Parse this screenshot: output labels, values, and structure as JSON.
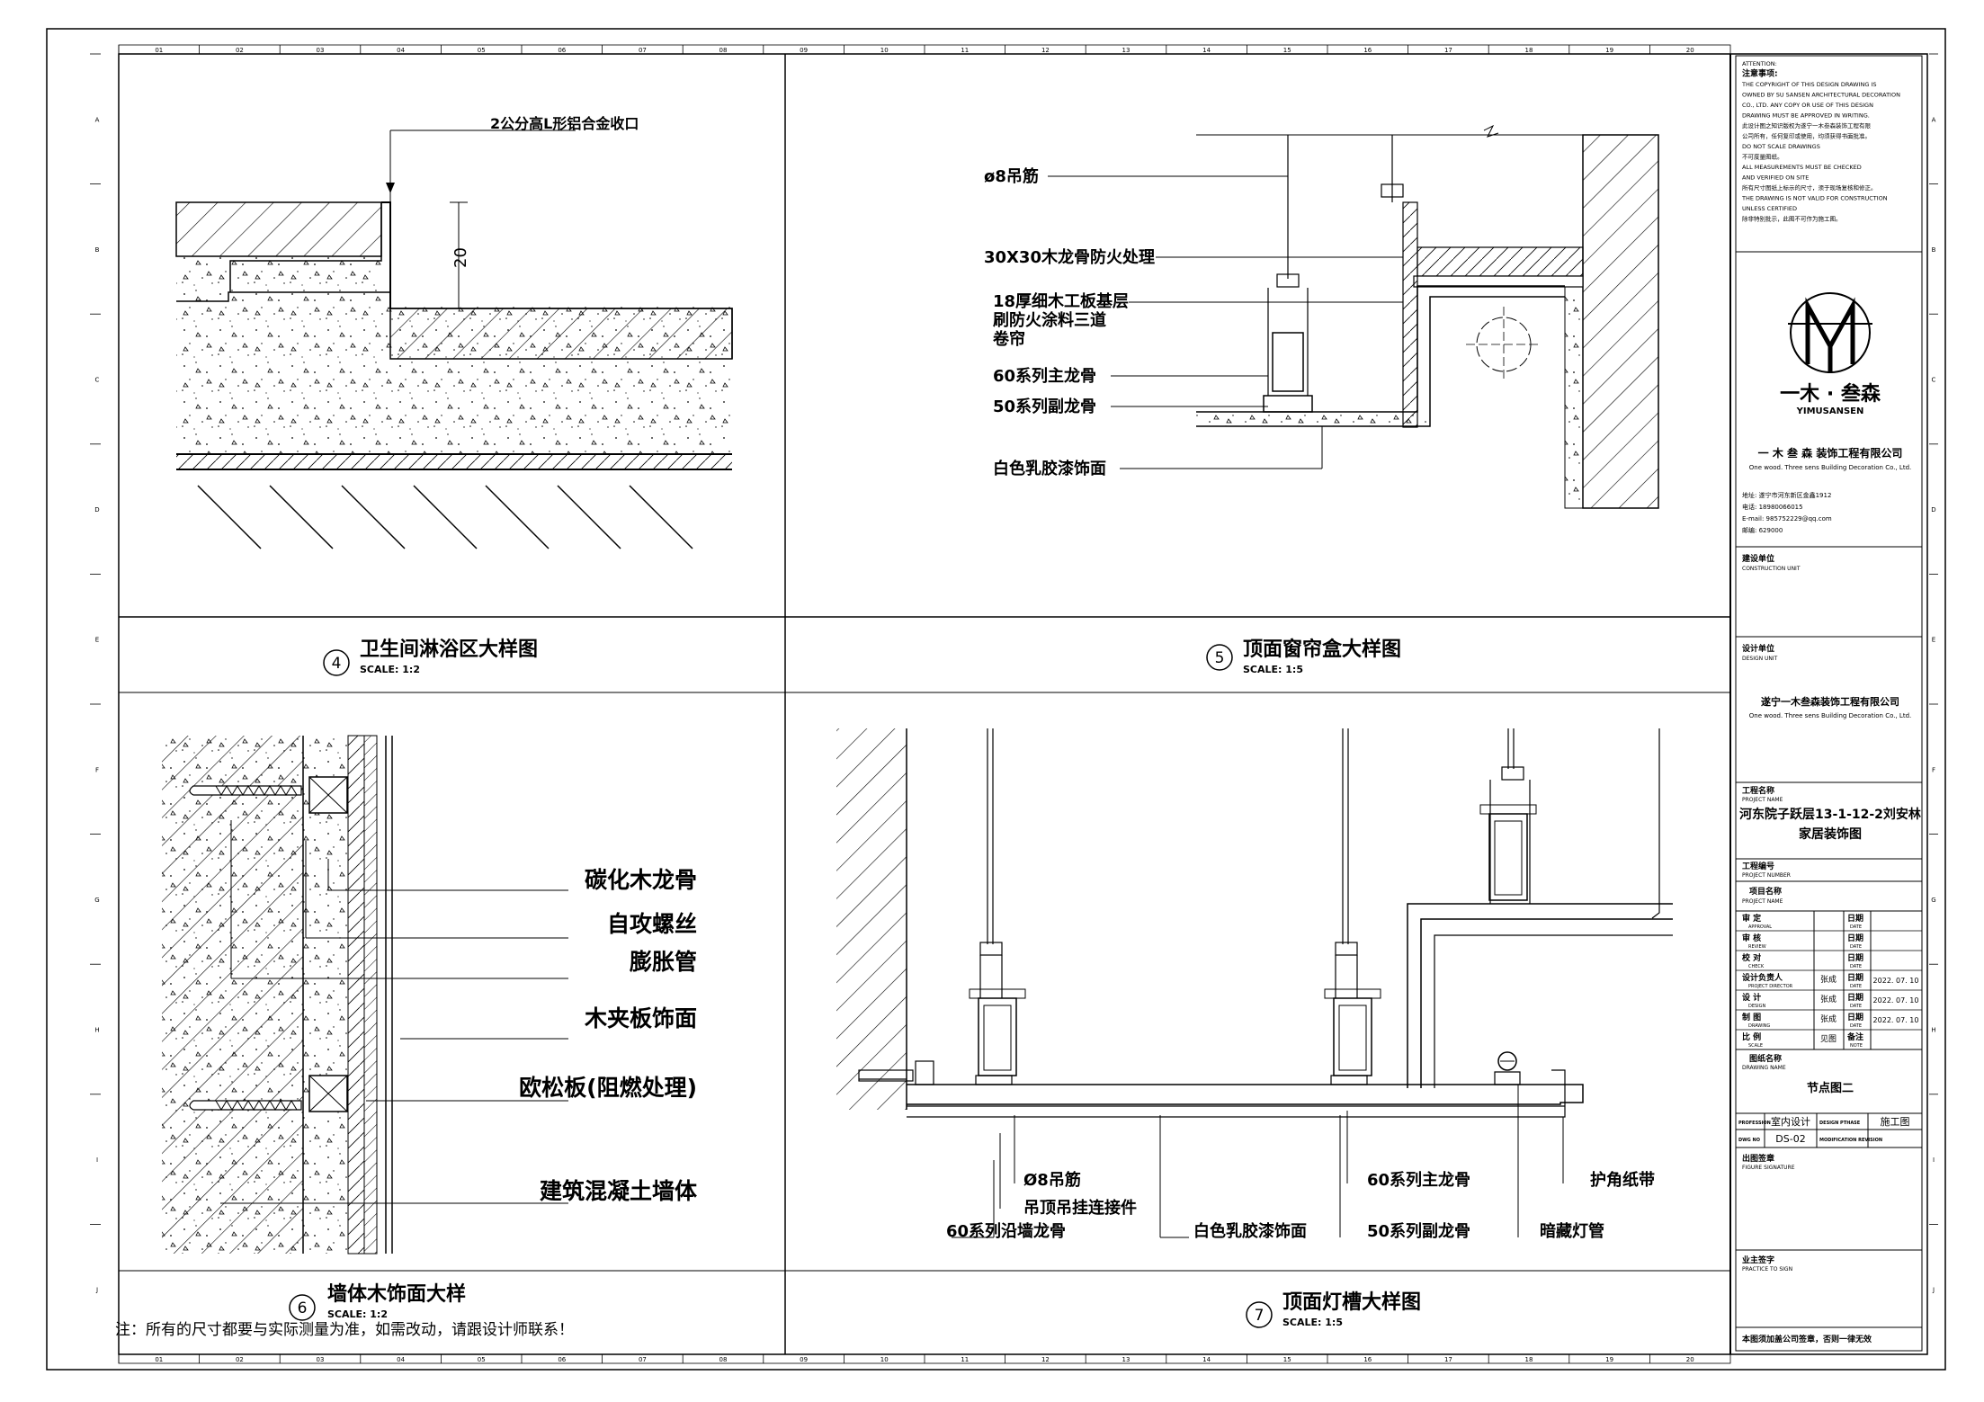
{
  "ruler": {
    "top": [
      "01",
      "02",
      "03",
      "04",
      "05",
      "06",
      "07",
      "08",
      "09",
      "10",
      "11",
      "12",
      "13",
      "14",
      "15",
      "16",
      "17",
      "18",
      "19",
      "20"
    ],
    "rows": [
      "A",
      "B",
      "C",
      "D",
      "E",
      "F",
      "G",
      "H",
      "I",
      "J"
    ]
  },
  "detail4": {
    "label": "2公分高L形铝合金收口",
    "dim": "20",
    "number": "4",
    "title": "卫生间淋浴区大样图",
    "scale": "SCALE: 1:2"
  },
  "detail5": {
    "labels": [
      "ø8吊筋",
      "30X30木龙骨防火处理",
      "18厚细木工板基层",
      "刷防火涂料三道",
      "卷帘",
      "60系列主龙骨",
      "50系列副龙骨",
      "白色乳胶漆饰面"
    ],
    "number": "5",
    "title": "顶面窗帘盒大样图",
    "scale": "SCALE: 1:5"
  },
  "detail6": {
    "labels": [
      "碳化木龙骨",
      "自攻螺丝",
      "膨胀管",
      "木夹板饰面",
      "欧松板(阻燃处理)",
      "建筑混凝土墙体"
    ],
    "number": "6",
    "title": "墙体木饰面大样",
    "scale": "SCALE: 1:2"
  },
  "detail7": {
    "labels": [
      "Ø8吊筋",
      "吊顶吊挂连接件",
      "60系列沿墙龙骨",
      "白色乳胶漆饰面",
      "60系列主龙骨",
      "50系列副龙骨",
      "护角纸带",
      "暗藏灯管"
    ],
    "number": "7",
    "title": "顶面灯槽大样图",
    "scale": "SCALE: 1:5"
  },
  "note": "注：所有的尺寸都要与实际测量为准，如需改动，请跟设计师联系！",
  "titleblock": {
    "attention": [
      "ATTENTION:",
      "注意事项:",
      "THE COPYRIGHT OF THIS DESIGN DRAWING IS",
      "OWNED BY SU SANSEN ARCHITECTURAL DECORATION",
      "CO., LTD. ANY COPY OR USE OF THIS DESIGN",
      "DRAWING MUST BE APPROVED IN WRITING.",
      "此设计图之知识版权为遂宁一木叁森装饰工程有限",
      "公司所有，任何复印或使用，均须获得书面批准。",
      "DO NOT SCALE DRAWINGS",
      "不可度量图纸。",
      "ALL MEASUREMENTS MUST BE CHECKED",
      "AND VERIFIED ON SITE",
      "所有尺寸图纸上标示的尺寸，须于现场复核和修正。",
      "THE DRAWING IS NOT VALID FOR CONSTRUCTION",
      "UNLESS CERTIFIED",
      "除非特别批示，此图不可作为施工图。"
    ],
    "logo_text": "一木 · 叁森",
    "logo_en": "YIMUSANSEN",
    "company": "一 木 叁 森  装饰工程有限公司",
    "company_en": "One wood. Three sens Building Decoration Co., Ltd.",
    "contact": [
      "地址: 遂宁市河东新区金鑫1912",
      "电话: 18980066015",
      "E-mail: 985752229@qq.com",
      "邮编: 629000"
    ],
    "construction_unit": "建设单位",
    "construction_unit_en": "CONSTRUCTION UNIT",
    "design_unit": "设计单位",
    "design_unit_en": "DESIGN UNIT",
    "design_company": "遂宁一木叁森装饰工程有限公司",
    "design_company_en": "One wood. Three sens Building Decoration Co., Ltd.",
    "project_label": "工程名称",
    "project_label_en": "PROJECT NAME",
    "project_name_1": "河东院子跃层13-1-12-2刘安林",
    "project_name_2": "家居装饰图",
    "project_no": "工程编号",
    "project_no_en": "PROJECT NUMBER",
    "item_name": "项目名称",
    "item_name_en": "PROJECT NAME",
    "rows": [
      {
        "role": "审  定",
        "role_en": "APPROVAL",
        "name": "",
        "date_label": "日期",
        "date_en": "DATE",
        "date": ""
      },
      {
        "role": "审  核",
        "role_en": "REVIEW",
        "name": "",
        "date_label": "日期",
        "date_en": "DATE",
        "date": ""
      },
      {
        "role": "校  对",
        "role_en": "CHECK",
        "name": "",
        "date_label": "日期",
        "date_en": "DATE",
        "date": ""
      },
      {
        "role": "设计负责人",
        "role_en": "PROJECT DIRECTOR",
        "name": "张成",
        "date_label": "日期",
        "date_en": "DATE",
        "date": "2022. 07. 10"
      },
      {
        "role": "设  计",
        "role_en": "DESIGN",
        "name": "张成",
        "date_label": "日期",
        "date_en": "DATE",
        "date": "2022. 07. 10"
      },
      {
        "role": "制  图",
        "role_en": "DRAWING",
        "name": "张成",
        "date_label": "日期",
        "date_en": "DATE",
        "date": "2022. 07. 10"
      },
      {
        "role": "比  例",
        "role_en": "SCALE",
        "name": "见图",
        "date_label": "备注",
        "date_en": "NOTE",
        "date": ""
      }
    ],
    "drawing_name_label": "图纸名称",
    "drawing_name_en": "DRAWING NAME",
    "drawing_name": "节点图二",
    "profession_label": "PROFESSION",
    "profession": "室内设计",
    "stage_label": "DESIGN PTHASE",
    "stage": "施工图",
    "dwg_label": "DWG NO",
    "dwg": "DS-02",
    "revision_label": "MODIFICATION REVISION",
    "signature": "出图签章",
    "signature_en": "FIGURE SIGNATURE",
    "owner_sign": "业主签字",
    "owner_sign_en": "PRACTICE TO SIGN",
    "footer": "本图须加盖公司签章，否则一律无效"
  }
}
